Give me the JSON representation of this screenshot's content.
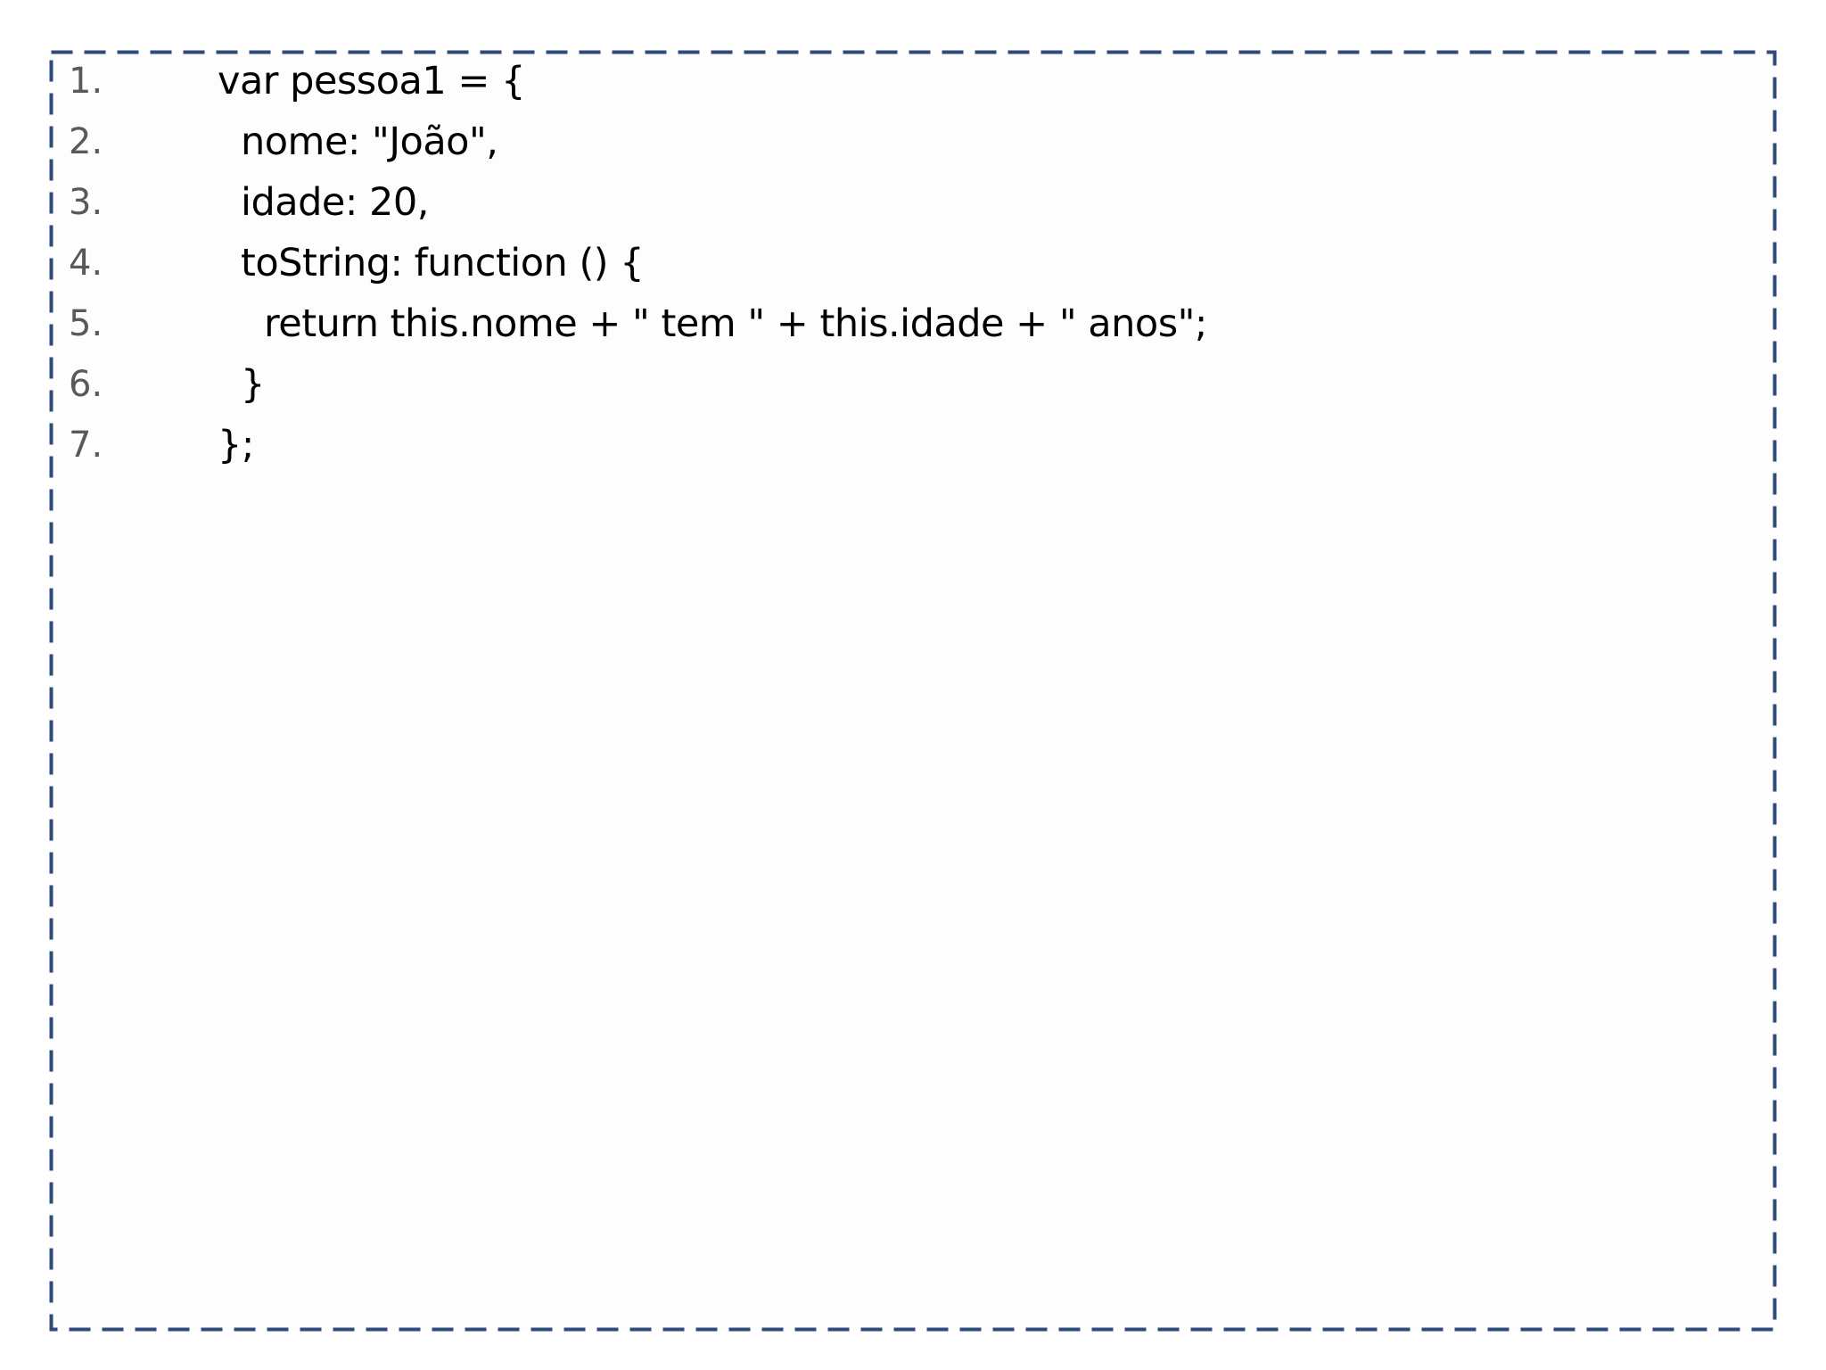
{
  "code": {
    "lines": [
      {
        "number": "1.",
        "text": "var pessoa1 = {"
      },
      {
        "number": "2.",
        "text": "nome: \"João\","
      },
      {
        "number": "3.",
        "text": "idade: 20,"
      },
      {
        "number": "4.",
        "text": "toString: function () {"
      },
      {
        "number": "5.",
        "text": "return this.nome + \" tem \" + this.idade + \" anos\";"
      },
      {
        "number": "6.",
        "text": "}"
      },
      {
        "number": "7.",
        "text": "};"
      }
    ]
  },
  "colors": {
    "frame_border": "#2e4a7a",
    "line_number": "#595959",
    "code_text": "#000000"
  }
}
